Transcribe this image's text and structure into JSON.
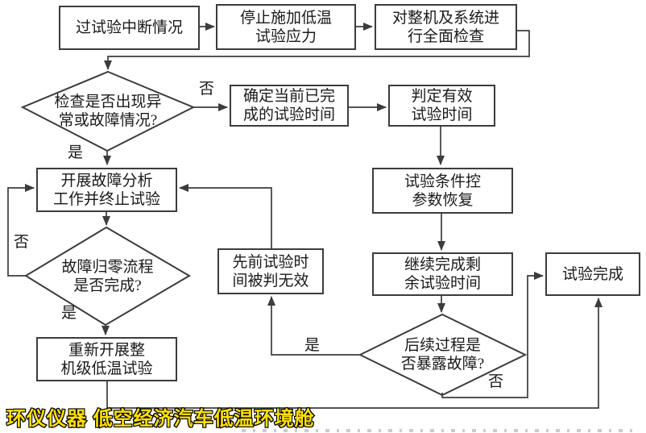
{
  "banner": {
    "text": "环仪仪器 低空经济汽车低温环境舱"
  },
  "colors": {
    "line": "#3c3c3c",
    "node_border": "#3c3c3c",
    "banner_text": "#ffe000",
    "banner_outline": "#000000",
    "background": "#ffffff"
  },
  "flowchart": {
    "nodes": {
      "interrupt_case": {
        "lines": [
          "过试验中断情况"
        ]
      },
      "stop_stress": {
        "lines": [
          "停止施加低温",
          "试验应力"
        ]
      },
      "full_inspection": {
        "lines": [
          "对整机及系统进",
          "行全面检查"
        ]
      },
      "check_abnormal": {
        "lines": [
          "检查是否出现异",
          "常或故障情况?"
        ]
      },
      "confirm_time": {
        "lines": [
          "确定当前已完",
          "成的试验时间"
        ]
      },
      "judge_valid_time": {
        "lines": [
          "判定有效",
          "试验时间"
        ]
      },
      "fault_analysis": {
        "lines": [
          "开展故障分析",
          "工作并终止试验"
        ]
      },
      "restore_params": {
        "lines": [
          "试验条件控",
          "参数恢复"
        ]
      },
      "fault_zero_done": {
        "lines": [
          "故障归零流程",
          "是否完成?"
        ]
      },
      "prior_invalid": {
        "lines": [
          "先前试验时",
          "间被判无效"
        ]
      },
      "continue_remaining": {
        "lines": [
          "继续完成剩",
          "余试验时间"
        ]
      },
      "test_complete": {
        "lines": [
          "试验完成"
        ]
      },
      "redo_test": {
        "lines": [
          "重新开展整",
          "机级低温试验"
        ]
      },
      "expose_fault": {
        "lines": [
          "后续过程是",
          "否暴露故障?"
        ]
      }
    },
    "edge_labels": {
      "check_no": "否",
      "check_yes": "是",
      "zero_no": "否",
      "zero_yes": "是",
      "expose_yes": "是",
      "expose_no": "否"
    }
  }
}
